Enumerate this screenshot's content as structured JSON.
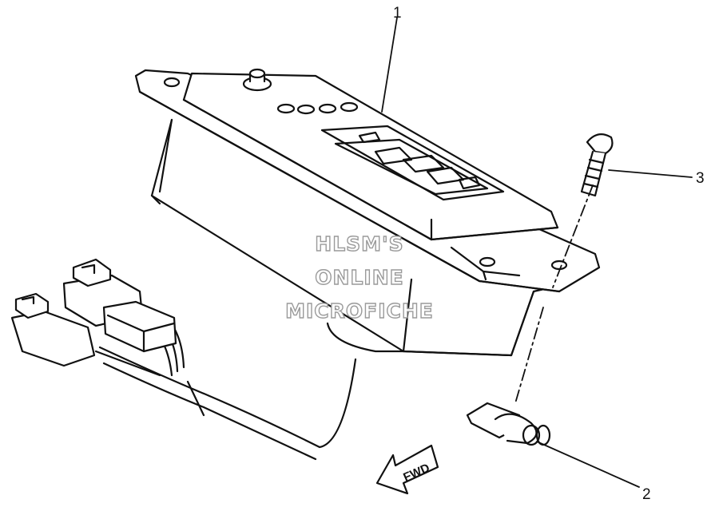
{
  "diagram": {
    "callouts": [
      {
        "id": "part-1",
        "label": "1"
      },
      {
        "id": "part-2",
        "label": "2"
      },
      {
        "id": "part-3",
        "label": "3"
      }
    ],
    "arrow_label": "FWD",
    "watermark": [
      "HLSM'S",
      "ONLINE",
      "MICROFICHE"
    ],
    "colors": {
      "line": "#111111",
      "background": "#ffffff",
      "watermark_stroke": "#9a9a9a"
    }
  }
}
